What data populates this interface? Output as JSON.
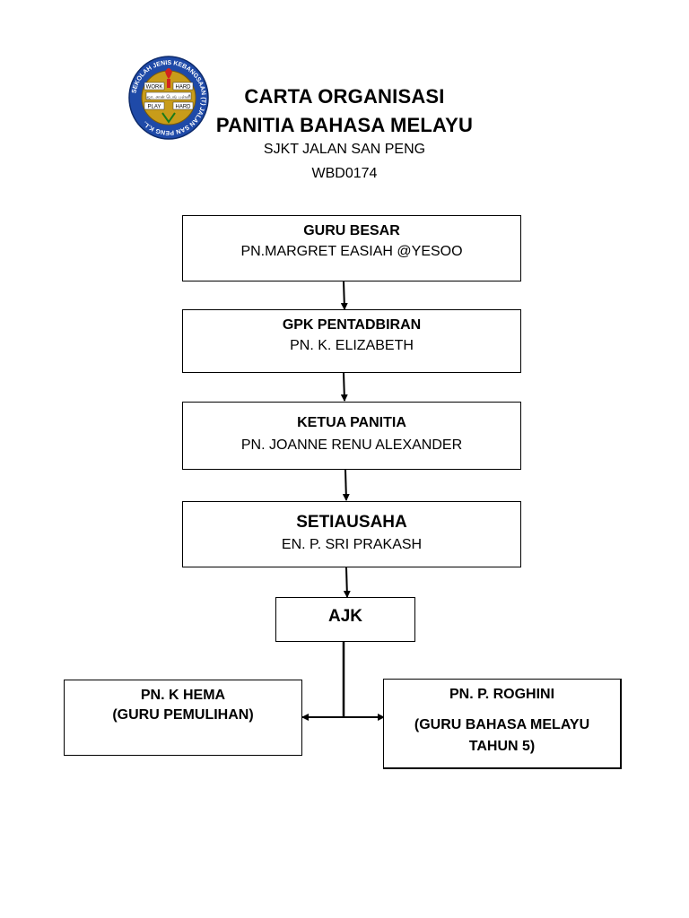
{
  "logo": {
    "ring_text": "SEKOLAH JENIS KEBANGSAAN (T)  JALAN SAN PENG K.L.",
    "inner": [
      "WORK",
      "HARD",
      "PLAY",
      "HARD"
    ],
    "tamil": "ஜா. சான் பெங் பள்ளி",
    "colors": {
      "ring": "#1f4aa8",
      "inner": "#c89c1a",
      "accent": "#d2231e"
    }
  },
  "header": {
    "title_line1": "CARTA ORGANISASI",
    "title_line2": "PANITIA BAHASA MELAYU",
    "school": "SJKT JALAN SAN PENG",
    "code": "WBD0174"
  },
  "nodes": {
    "guru_besar": {
      "role": "GURU BESAR",
      "name": "PN.MARGRET EASIAH @YESOO"
    },
    "gpk": {
      "role": "GPK PENTADBIRAN",
      "name": "PN. K. ELIZABETH"
    },
    "ketua": {
      "role": "KETUA PANITIA",
      "name": "PN. JOANNE RENU ALEXANDER"
    },
    "setiausaha": {
      "role": "SETIAUSAHA",
      "name": "EN. P. SRI PRAKASH"
    },
    "ajk": {
      "role": "AJK"
    },
    "hema": {
      "name": "PN. K HEMA",
      "role": "(GURU PEMULIHAN)"
    },
    "roghini": {
      "name": "PN. P. ROGHINI",
      "role_line1": "(GURU BAHASA MELAYU",
      "role_line2": "TAHUN 5)"
    }
  }
}
